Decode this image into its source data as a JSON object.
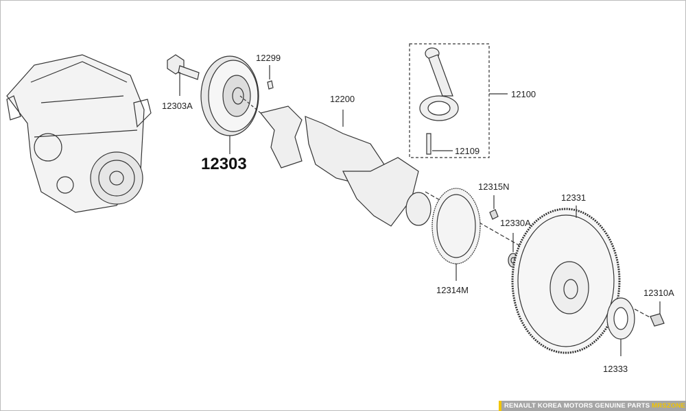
{
  "diagram": {
    "highlighted_part": "12303",
    "parts": [
      {
        "id": "p12299",
        "label": "12299"
      },
      {
        "id": "p12303A",
        "label": "12303A"
      },
      {
        "id": "p12303",
        "label": "12303"
      },
      {
        "id": "p12200",
        "label": "12200"
      },
      {
        "id": "p12100",
        "label": "12100"
      },
      {
        "id": "p12109",
        "label": "12109"
      },
      {
        "id": "p12315N",
        "label": "12315N"
      },
      {
        "id": "p12331",
        "label": "12331"
      },
      {
        "id": "p12330A",
        "label": "12330A"
      },
      {
        "id": "p12314M",
        "label": "12314M"
      },
      {
        "id": "p12310A",
        "label": "12310A"
      },
      {
        "id": "p12333",
        "label": "12333"
      }
    ]
  },
  "footer": {
    "text": "RENAULT KOREA MOTORS GENUINE PARTS",
    "brand": "MRSZONE",
    "accent": "#f2c500"
  }
}
